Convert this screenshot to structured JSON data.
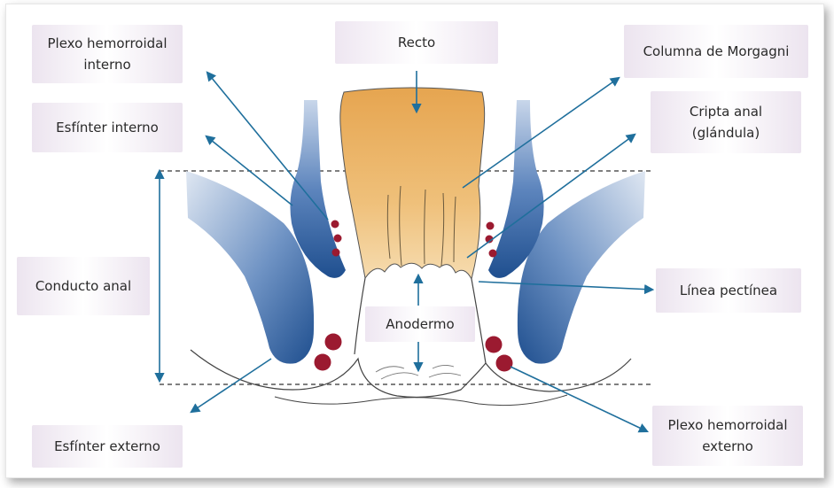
{
  "labels": {
    "plexo_interno": "Plexo hemorroidal\ninterno",
    "recto": "Recto",
    "columna_morgagni": "Columna de Morgagni",
    "esfinter_interno": "Esfínter interno",
    "cripta_anal": "Cripta anal\n(glándula)",
    "conducto_anal": "Conducto anal",
    "linea_pectinea": "Línea pectínea",
    "anodermo": "Anodermo",
    "esfinter_externo": "Esfínter externo",
    "plexo_externo": "Plexo hemorroidal\nexterno"
  },
  "colors": {
    "arrow": "#1f6f9c",
    "rectum": "#e3a24e",
    "sphincter": "#2a5d9a",
    "hemorrhoid": "#9b1a30",
    "dashed_line": "#555555"
  }
}
